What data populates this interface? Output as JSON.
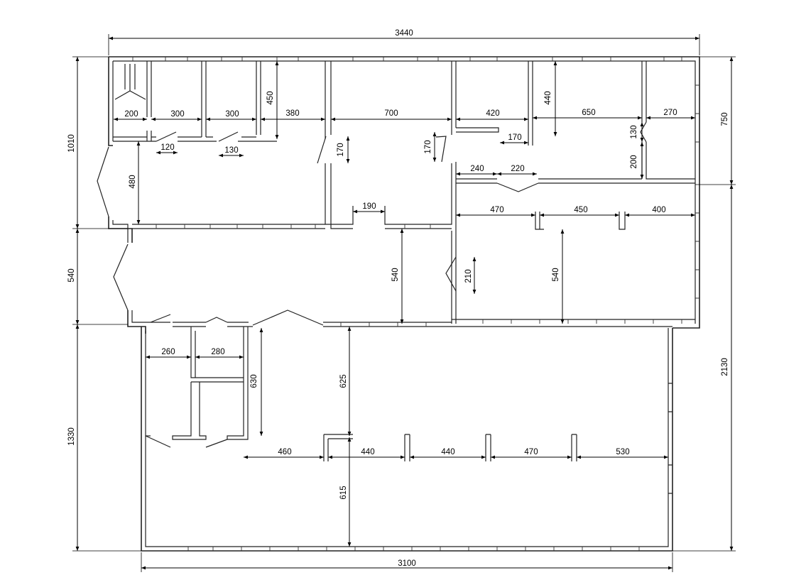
{
  "dimensions": {
    "d3440": "3440",
    "d1010": "1010",
    "d540_left": "540",
    "d1330": "1330",
    "d750": "750",
    "d2130": "2130",
    "d3100": "3100",
    "d200_a": "200",
    "d300_a": "300",
    "d300_b": "300",
    "d450": "450",
    "d380": "380",
    "d700": "700",
    "d420": "420",
    "d440_v": "440",
    "d650": "650",
    "d270": "270",
    "d120": "120",
    "d130_a": "130",
    "d170_a": "170",
    "d170_b": "170",
    "d170_c": "170",
    "d130_b": "130",
    "d200_b": "200",
    "d240": "240",
    "d220": "220",
    "d480": "480",
    "d190": "190",
    "d470_a": "470",
    "d450_b": "450",
    "d400": "400",
    "d540_mid": "540",
    "d210": "210",
    "d540_right": "540",
    "d260": "260",
    "d280": "280",
    "d630": "630",
    "d625": "625",
    "d460": "460",
    "d440_a": "440",
    "d440_b": "440",
    "d470_b": "470",
    "d530": "530",
    "d615": "615"
  }
}
